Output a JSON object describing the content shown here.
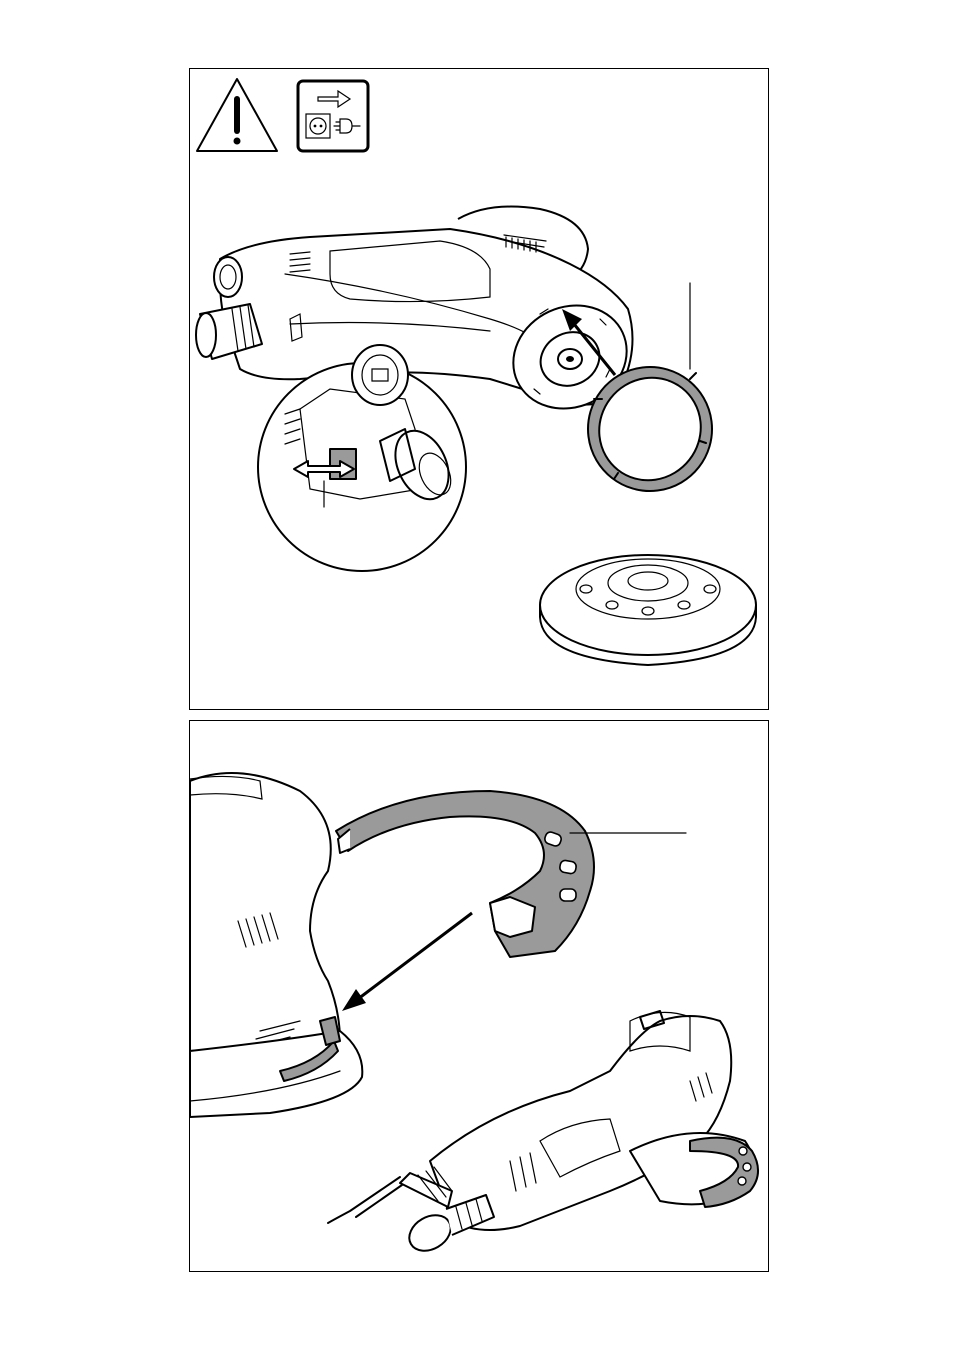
{
  "figures": [
    {
      "id": "top",
      "symbols": [
        "warning-triangle",
        "unplug-mains-before-service"
      ],
      "steps": [
        "slide-lock-switch",
        "remove-dust-ring",
        "replace-sanding-pad"
      ]
    },
    {
      "id": "bottom",
      "steps": [
        "fit-protective-ring-over-base"
      ]
    }
  ],
  "colors": {
    "line": "#000000",
    "part_fill": "#9a9a9a",
    "background": "#ffffff"
  }
}
